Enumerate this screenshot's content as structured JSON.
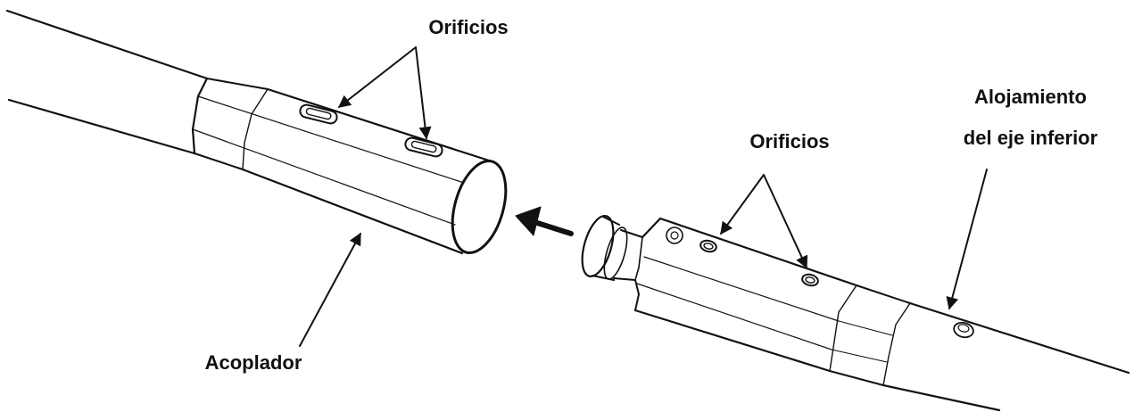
{
  "labels": {
    "holes_top": "Orificios",
    "holes_lower": "Orificios",
    "housing_line1": "Alojamiento",
    "housing_line2": "del eje inferior",
    "coupler": "Acoplador"
  },
  "colors": {
    "stroke": "#111111",
    "background": "#ffffff"
  }
}
